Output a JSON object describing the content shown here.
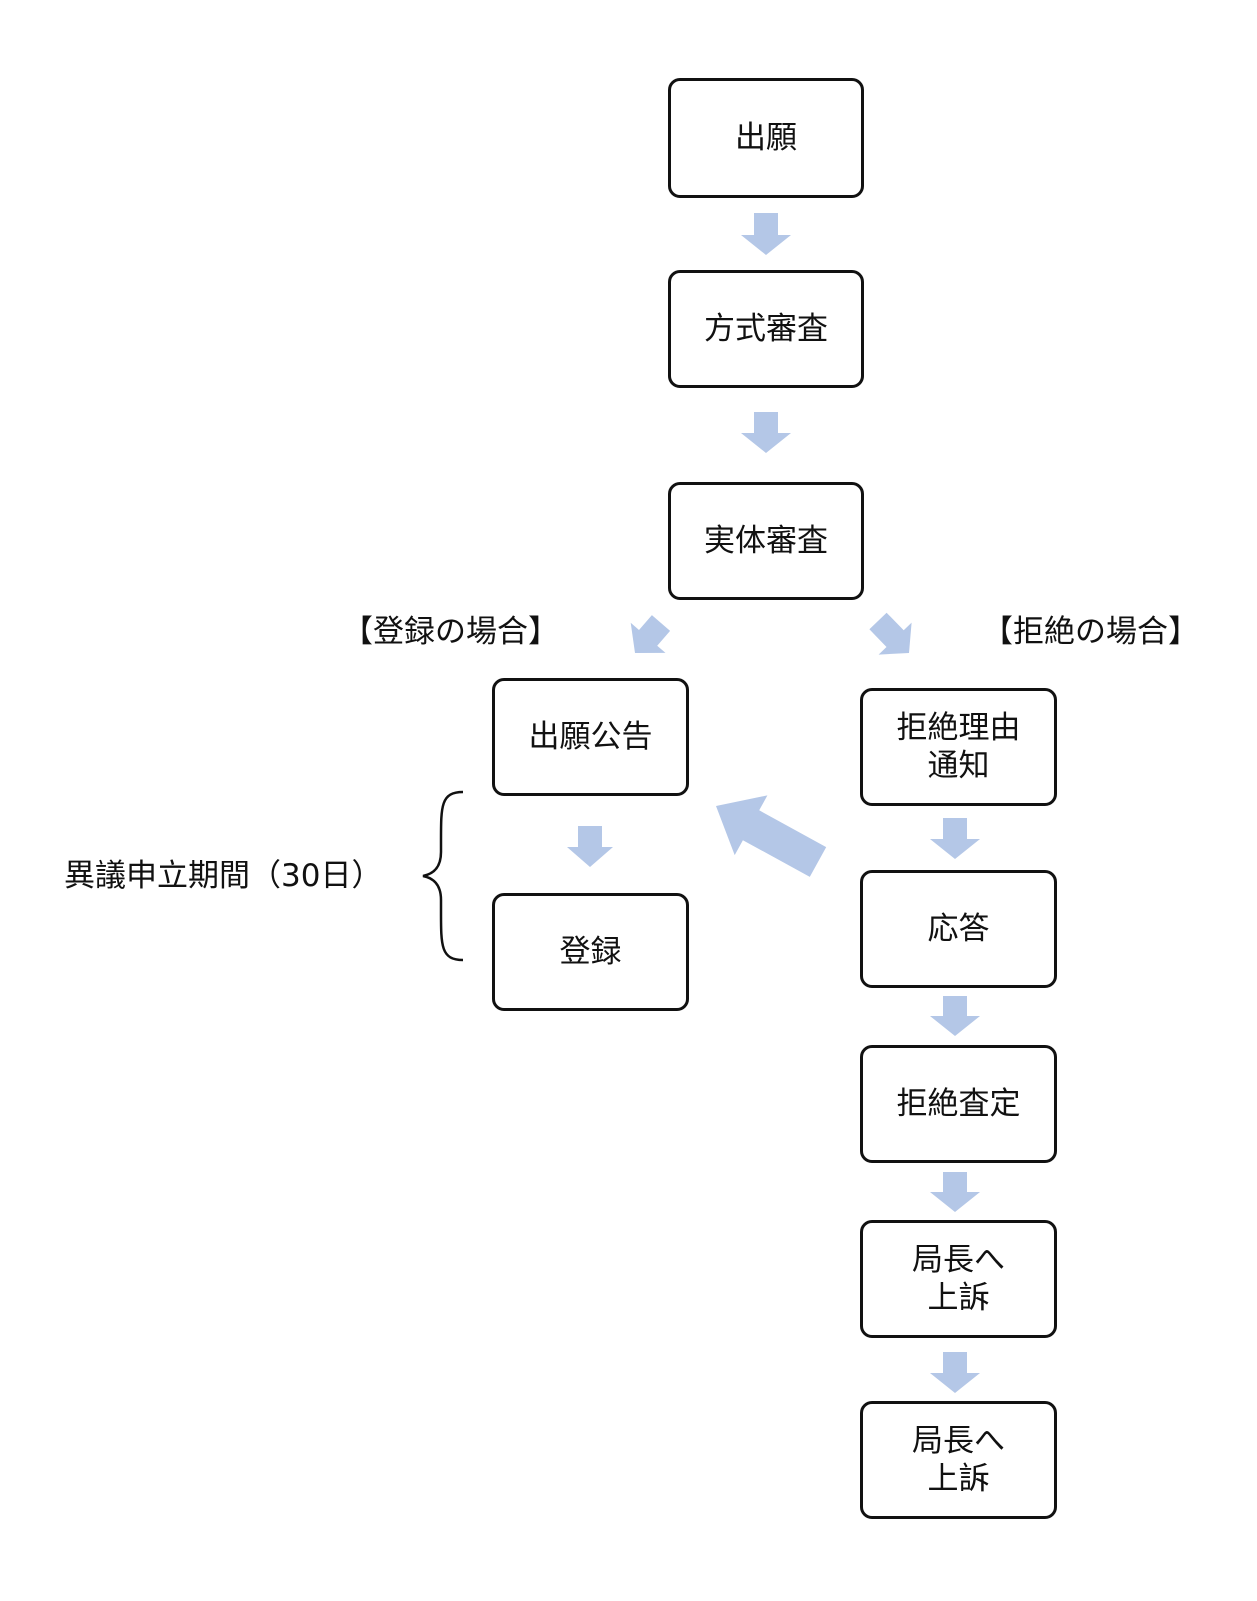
{
  "colors": {
    "arrow": "#b4c7e7",
    "border": "#111111",
    "text": "#111111"
  },
  "boxes": {
    "application": "出願",
    "formality_exam": "方式審査",
    "substantive_exam": "実体審査",
    "publication": "出願公告",
    "registration": "登録",
    "rejection_notice": "拒絶理由\n通知",
    "response": "応答",
    "rejection_decision": "拒絶査定",
    "appeal_1": "局長へ\n上訴",
    "appeal_2": "局長へ\n上訴"
  },
  "labels": {
    "registration_case": "【登録の場合】",
    "rejection_case": "【拒絶の場合】",
    "opposition_period": "異議申立期間（30日）"
  }
}
